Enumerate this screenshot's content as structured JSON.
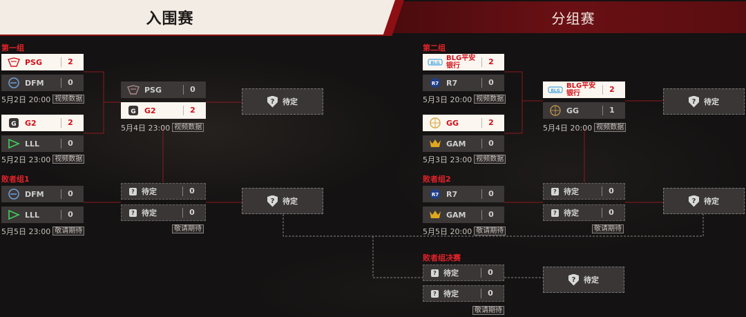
{
  "tabs": {
    "left": "入围赛",
    "right": "分组赛"
  },
  "labels": {
    "pending": "待定",
    "video": "视频数据",
    "stay_tuned": "敬请期待"
  },
  "group1": {
    "title": "第一组",
    "m1": {
      "team_a": "PSG",
      "score_a": "2",
      "team_b": "DFM",
      "score_b": "0",
      "time": "5月2日 20:00"
    },
    "m2": {
      "team_a": "G2",
      "score_a": "2",
      "team_b": "LLL",
      "score_b": "0",
      "time": "5月2日 23:00"
    },
    "m3": {
      "team_a": "PSG",
      "score_a": "0",
      "team_b": "G2",
      "score_b": "2",
      "time": "5月4日 23:00"
    },
    "loser_title": "败者组1",
    "m4": {
      "team_a": "DFM",
      "score_a": "0",
      "team_b": "LLL",
      "score_b": "0",
      "time": "5月5日 23:00"
    },
    "m5": {
      "score_a": "0",
      "score_b": "0"
    }
  },
  "group2": {
    "title": "第二组",
    "m1": {
      "team_a": "BLG平安银行",
      "score_a": "2",
      "team_b": "R7",
      "score_b": "0",
      "time": "5月3日 20:00"
    },
    "m2": {
      "team_a": "GG",
      "score_a": "2",
      "team_b": "GAM",
      "score_b": "0",
      "time": "5月3日 23:00"
    },
    "m3": {
      "team_a": "BLG平安银行",
      "score_a": "2",
      "team_b": "GG",
      "score_b": "1",
      "time": "5月4日 20:00"
    },
    "loser_title": "败者组2",
    "m4": {
      "team_a": "R7",
      "score_a": "0",
      "team_b": "GAM",
      "score_b": "0",
      "time": "5月5日 20:00"
    },
    "m5": {
      "score_a": "0",
      "score_b": "0"
    }
  },
  "final": {
    "title": "败者组决赛",
    "score_a": "0",
    "score_b": "0"
  },
  "colors": {
    "accent_red": "#e5222a",
    "winner_bg": "#fbf6ef",
    "loser_bg": "#3c3838",
    "header_red": "#6a1014"
  }
}
